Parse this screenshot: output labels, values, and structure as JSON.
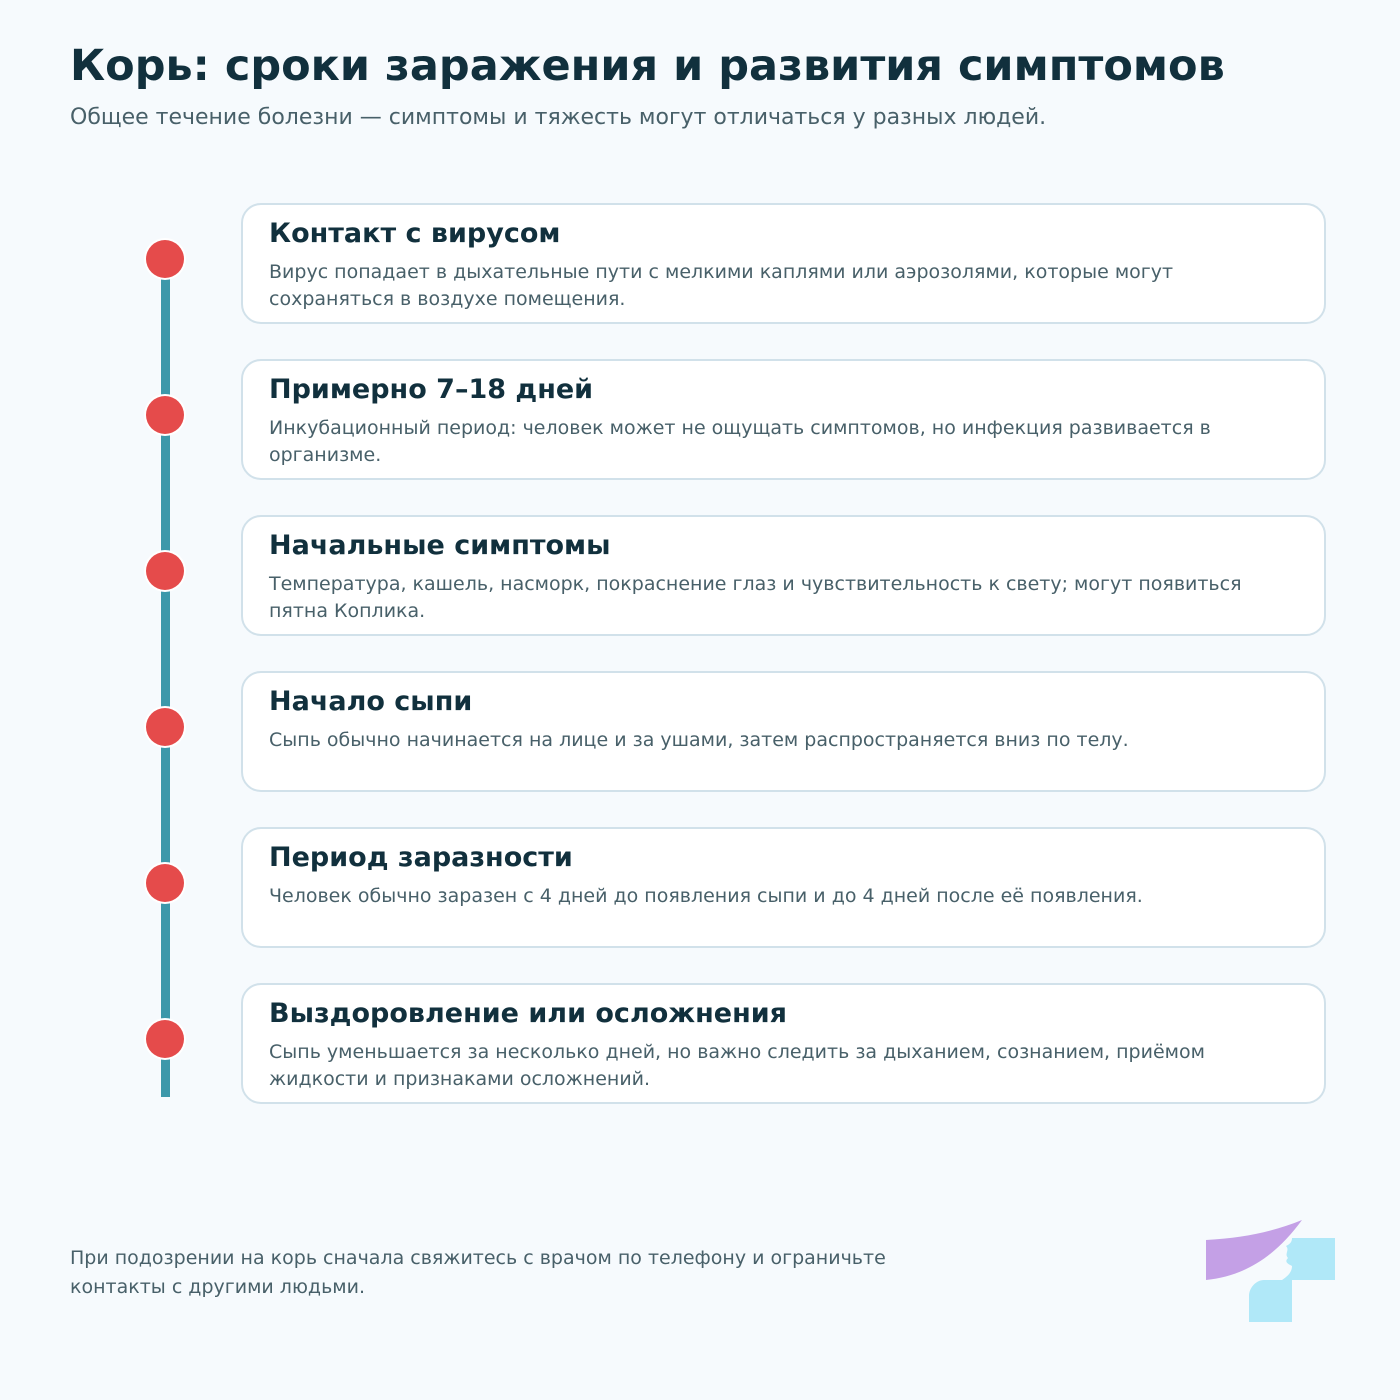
{
  "title": "Корь: сроки заражения и развития симптомов",
  "subtitle": "Общее течение болезни — симптомы и тяжесть могут отличаться у разных людей.",
  "stages": [
    {
      "title": "Контакт с вирусом",
      "text": "Вирус попадает в дыхательные пути с мелкими каплями или аэрозолями, которые могут сохраняться в воздухе помещения."
    },
    {
      "title": "Примерно 7–18 дней",
      "text": "Инкубационный период: человек может не ощущать симптомов, но инфекция развивается в организме."
    },
    {
      "title": "Начальные симптомы",
      "text": "Температура, кашель, насморк, покраснение глаз и чувствительность к свету; могут появиться пятна Коплика."
    },
    {
      "title": "Начало сыпи",
      "text": "Сыпь обычно начинается на лице и за ушами, затем распространяется вниз по телу."
    },
    {
      "title": "Период заразности",
      "text": "Человек обычно заразен с 4 дней до появления сыпи и до 4 дней после её появления."
    },
    {
      "title": "Выздоровление или осложнения",
      "text": "Сыпь уменьшается за несколько дней, но важно следить за дыханием, сознанием, приёмом жидкости и признаками осложнений."
    }
  ],
  "footer": "При подозрении на корь сначала свяжитесь с врачом по телефону и ограничьте контакты с другими людьми.",
  "colors": {
    "background": "#f6fafd",
    "timeline": "#3c98aa",
    "dot": "#e54b4b",
    "card_border": "#d1e1ea",
    "heading": "#11303d",
    "body_text": "#486069",
    "logo_purple": "#c4a0e6",
    "logo_blue": "#b0e8f8"
  }
}
